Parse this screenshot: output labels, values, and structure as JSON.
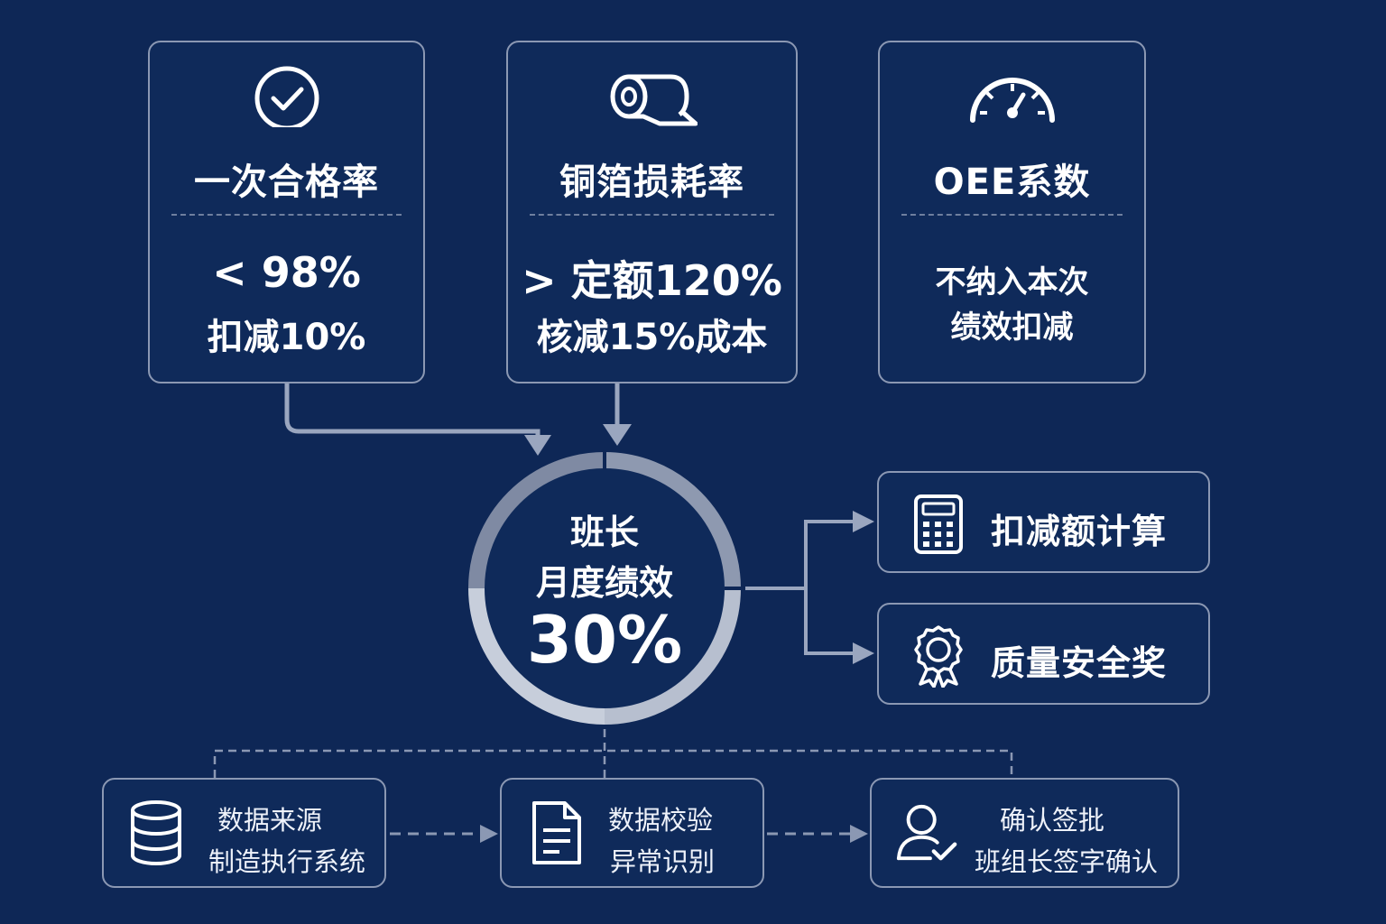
{
  "metrics": [
    {
      "icon": "check-circle-icon",
      "title": "一次合格率",
      "rule": "< 98%",
      "effect": "扣减10%"
    },
    {
      "icon": "foil-roll-icon",
      "title": "铜箔损耗率",
      "rule": "> 定额120%",
      "effect": "核减15%成本"
    },
    {
      "icon": "gauge-icon",
      "title": "OEE系数",
      "note_line1": "不纳入本次",
      "note_line2": "绩效扣减"
    }
  ],
  "center": {
    "line1": "班长",
    "line2": "月度绩效",
    "value": "30%"
  },
  "actions": [
    {
      "icon": "calculator-icon",
      "label": "扣减额计算"
    },
    {
      "icon": "award-ribbon-icon",
      "label": "质量安全奖"
    }
  ],
  "process": [
    {
      "icon": "database-icon",
      "line1": "数据来源",
      "line2": "制造执行系统"
    },
    {
      "icon": "document-icon",
      "line1": "数据校验",
      "line2": "异常识别"
    },
    {
      "icon": "user-check-icon",
      "line1": "确认签批",
      "line2": "班组长签字确认"
    }
  ],
  "colors": {
    "background": "#0e2756",
    "card_border": "#8b98b3",
    "connector": "#9aa6bf",
    "text": "#ffffff"
  }
}
